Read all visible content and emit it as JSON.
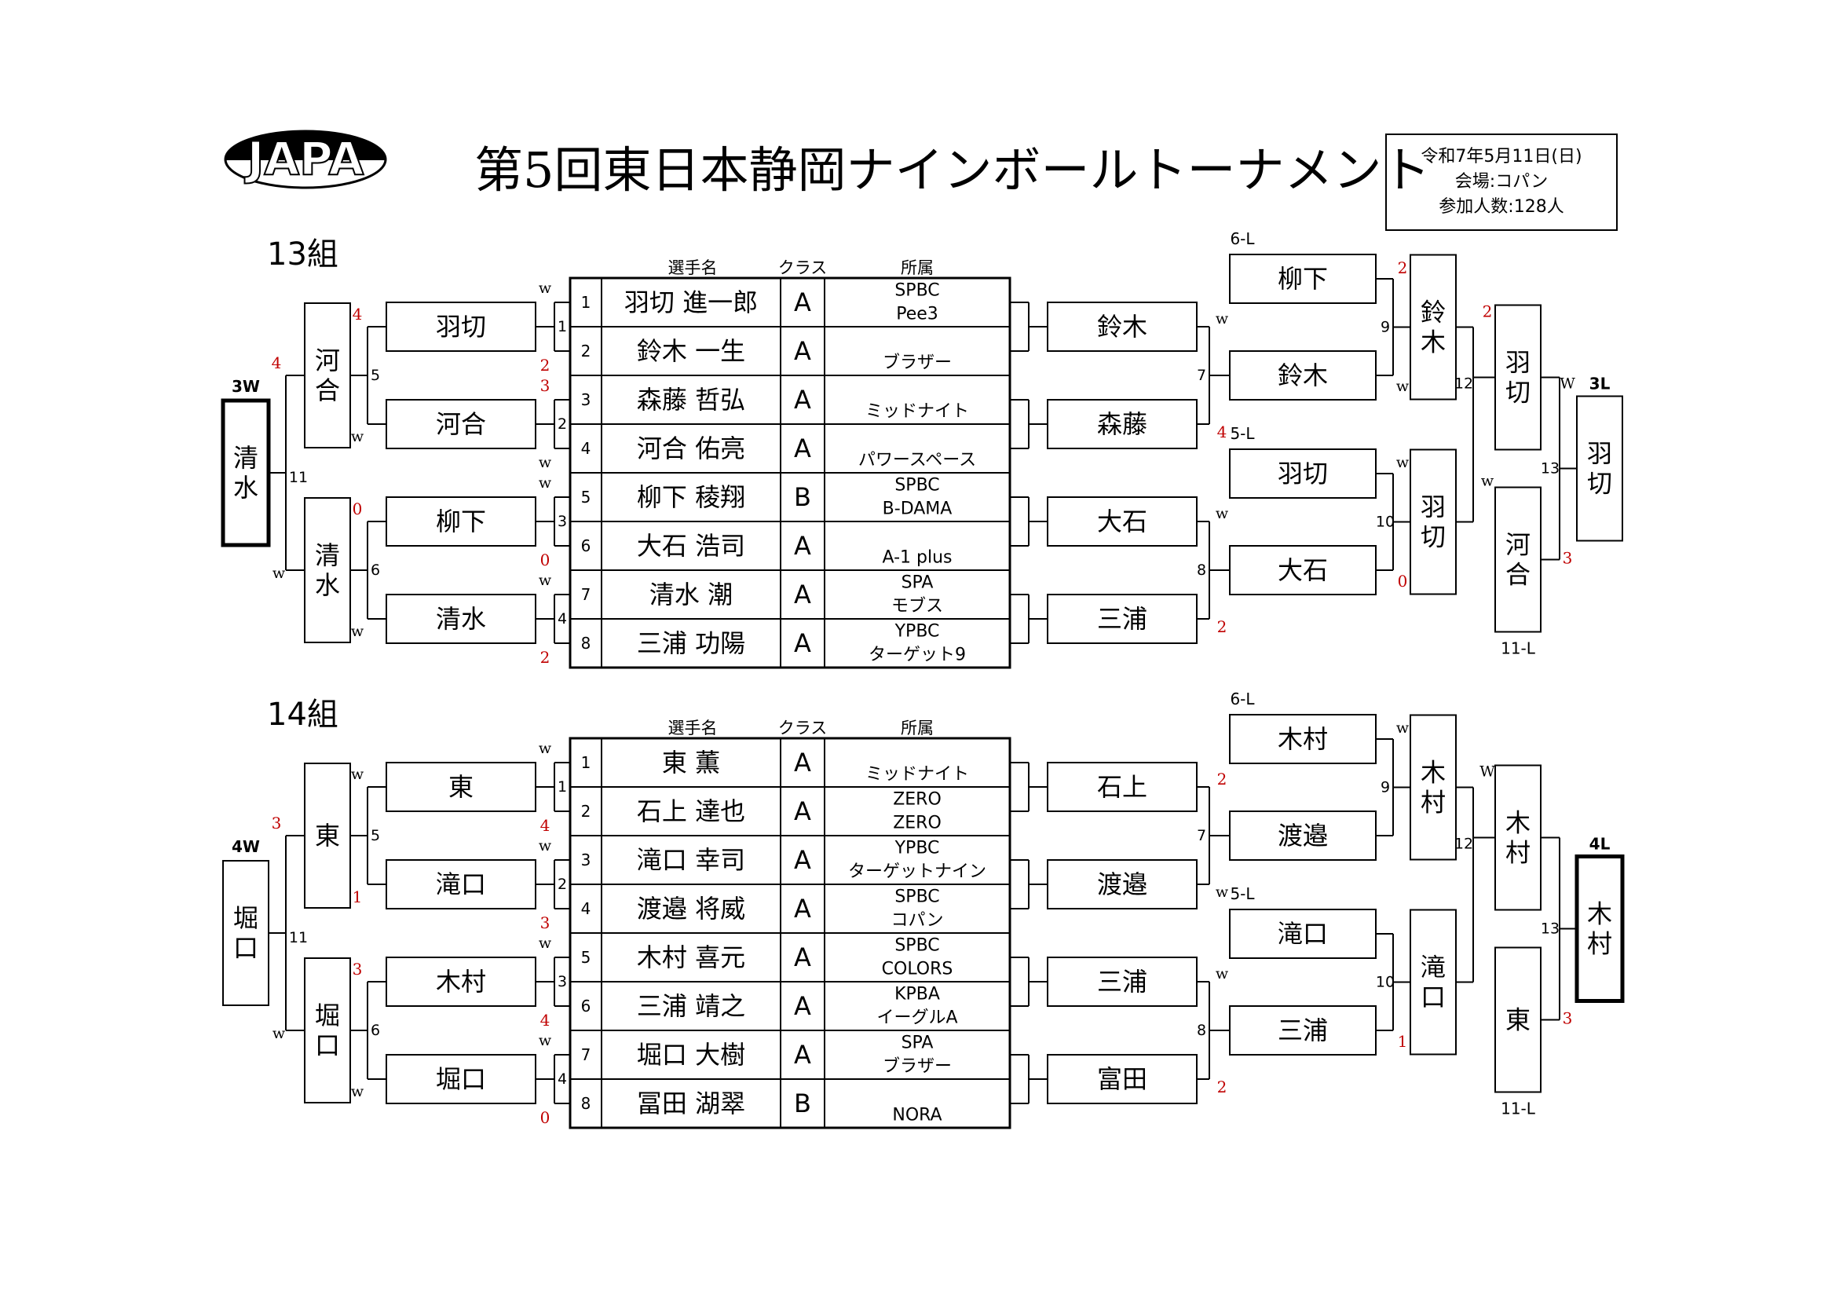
{
  "header": {
    "logo_text": "JAPA",
    "title": "第5回東日本静岡ナインボールトーナメント",
    "info": {
      "date": "令和7年5月11日(日)",
      "venue": "会場:コパン",
      "participants": "参加人数:128人"
    }
  },
  "table_headers": {
    "name": "選手名",
    "class": "クラス",
    "affiliation": "所属"
  },
  "groups": [
    {
      "label": "13組",
      "players": [
        {
          "no": "1",
          "name": "羽切 進一郎",
          "class": "A",
          "aff1": "SPBC",
          "aff2": "Pee3"
        },
        {
          "no": "2",
          "name": "鈴木 一生",
          "class": "A",
          "aff1": "",
          "aff2": "ブラザー"
        },
        {
          "no": "3",
          "name": "森藤 哲弘",
          "class": "A",
          "aff1": "",
          "aff2": "ミッドナイト"
        },
        {
          "no": "4",
          "name": "河合 佑亮",
          "class": "A",
          "aff1": "",
          "aff2": "パワースペース"
        },
        {
          "no": "5",
          "name": "柳下 稜翔",
          "class": "B",
          "aff1": "SPBC",
          "aff2": "B-DAMA"
        },
        {
          "no": "6",
          "name": "大石 浩司",
          "class": "A",
          "aff1": "",
          "aff2": "A-1 plus"
        },
        {
          "no": "7",
          "name": "清水 潮",
          "class": "A",
          "aff1": "SPA",
          "aff2": "モブス"
        },
        {
          "no": "8",
          "name": "三浦 功陽",
          "class": "A",
          "aff1": "YPBC",
          "aff2": "ターゲット9"
        }
      ],
      "left": {
        "r1": [
          {
            "name": "羽切",
            "match": "1",
            "top_mark": "w",
            "bottom_mark": "2"
          },
          {
            "name": "河合",
            "match": "2",
            "top_mark": "3",
            "bottom_mark": "w"
          },
          {
            "name": "柳下",
            "match": "3",
            "top_mark": "w",
            "bottom_mark": "0"
          },
          {
            "name": "清水",
            "match": "4",
            "top_mark": "w",
            "bottom_mark": "2"
          }
        ],
        "r2": [
          {
            "name": "河合",
            "match": "5",
            "top_mark": "4",
            "bottom_mark": "w"
          },
          {
            "name": "清水",
            "match": "6",
            "top_mark": "0",
            "bottom_mark": "w"
          }
        ],
        "final": {
          "name": "清水",
          "match": "11",
          "top_mark": "4",
          "bottom_mark": "w",
          "tag": "3W"
        }
      },
      "right": {
        "r1": [
          {
            "name": "鈴木",
            "match": "",
            "top_mark": "",
            "bottom_mark": ""
          },
          {
            "name": "森藤",
            "match": "",
            "top_mark": "",
            "bottom_mark": ""
          },
          {
            "name": "大石",
            "match": "",
            "top_mark": "",
            "bottom_mark": ""
          },
          {
            "name": "三浦",
            "match": "",
            "top_mark": "",
            "bottom_mark": ""
          }
        ],
        "pairs": [
          {
            "match": "7",
            "top_mark": "w",
            "bottom_mark": "4",
            "drop_tag": "6-L",
            "drop": "柳下",
            "winner": "鈴木"
          },
          {
            "match": "8",
            "top_mark": "w",
            "bottom_mark": "2",
            "drop_tag": "5-L",
            "drop": "羽切",
            "winner": "大石"
          }
        ],
        "semis": [
          {
            "name": "鈴木",
            "match": "9",
            "top_mark": "2",
            "bottom_mark": "w"
          },
          {
            "name": "羽切",
            "match": "10",
            "top_mark": "w",
            "bottom_mark": "0"
          }
        ],
        "q": {
          "name": "羽切",
          "match": "12",
          "top_mark": "2",
          "bottom_mark": "w"
        },
        "drop11": {
          "name": "河合",
          "tag": "11-L"
        },
        "final": {
          "name": "羽切",
          "match": "13",
          "top_mark": "W",
          "bottom_mark": "3",
          "tag": "3L"
        }
      }
    },
    {
      "label": "14組",
      "players": [
        {
          "no": "1",
          "name": "東 薫",
          "class": "A",
          "aff1": "",
          "aff2": "ミッドナイト"
        },
        {
          "no": "2",
          "name": "石上 達也",
          "class": "A",
          "aff1": "ZERO",
          "aff2": "ZERO"
        },
        {
          "no": "3",
          "name": "滝口 幸司",
          "class": "A",
          "aff1": "YPBC",
          "aff2": "ターゲットナイン"
        },
        {
          "no": "4",
          "name": "渡邉 将威",
          "class": "A",
          "aff1": "SPBC",
          "aff2": "コパン"
        },
        {
          "no": "5",
          "name": "木村 喜元",
          "class": "A",
          "aff1": "SPBC",
          "aff2": "COLORS"
        },
        {
          "no": "6",
          "name": "三浦 靖之",
          "class": "A",
          "aff1": "KPBA",
          "aff2": "イーグルA"
        },
        {
          "no": "7",
          "name": "堀口 大樹",
          "class": "A",
          "aff1": "SPA",
          "aff2": "ブラザー"
        },
        {
          "no": "8",
          "name": "冨田 湖翠",
          "class": "B",
          "aff1": "",
          "aff2": "NORA"
        }
      ],
      "left": {
        "r1": [
          {
            "name": "東",
            "match": "1",
            "top_mark": "w",
            "bottom_mark": "4"
          },
          {
            "name": "滝口",
            "match": "2",
            "top_mark": "w",
            "bottom_mark": "3"
          },
          {
            "name": "木村",
            "match": "3",
            "top_mark": "w",
            "bottom_mark": "4"
          },
          {
            "name": "堀口",
            "match": "4",
            "top_mark": "w",
            "bottom_mark": "0"
          }
        ],
        "r2": [
          {
            "name": "東",
            "match": "5",
            "top_mark": "w",
            "bottom_mark": "1"
          },
          {
            "name": "堀口",
            "match": "6",
            "top_mark": "3",
            "bottom_mark": "w"
          }
        ],
        "final": {
          "name": "堀口",
          "match": "11",
          "top_mark": "3",
          "bottom_mark": "w",
          "tag": "4W"
        }
      },
      "right": {
        "r1": [
          {
            "name": "石上",
            "match": "",
            "top_mark": "",
            "bottom_mark": ""
          },
          {
            "name": "渡邉",
            "match": "",
            "top_mark": "",
            "bottom_mark": ""
          },
          {
            "name": "三浦",
            "match": "",
            "top_mark": "",
            "bottom_mark": ""
          },
          {
            "name": "富田",
            "match": "",
            "top_mark": "",
            "bottom_mark": ""
          }
        ],
        "pairs": [
          {
            "match": "7",
            "top_mark": "2",
            "bottom_mark": "w",
            "drop_tag": "6-L",
            "drop": "木村",
            "winner": "渡邉"
          },
          {
            "match": "8",
            "top_mark": "w",
            "bottom_mark": "2",
            "drop_tag": "5-L",
            "drop": "滝口",
            "winner": "三浦"
          }
        ],
        "semis": [
          {
            "name": "木村",
            "match": "9",
            "top_mark": "w",
            "bottom_mark": ""
          },
          {
            "name": "滝口",
            "match": "10",
            "top_mark": "",
            "bottom_mark": "1"
          }
        ],
        "q": {
          "name": "木村",
          "match": "12",
          "top_mark": "W",
          "bottom_mark": ""
        },
        "drop11": {
          "name": "東",
          "tag": "11-L"
        },
        "final": {
          "name": "木村",
          "match": "13",
          "top_mark": "",
          "bottom_mark": "3",
          "tag": "4L"
        }
      }
    }
  ],
  "colors": {
    "line": "#000000",
    "score": "#c00000",
    "background": "#ffffff"
  },
  "icons": {
    "logo": "japa-logo"
  }
}
